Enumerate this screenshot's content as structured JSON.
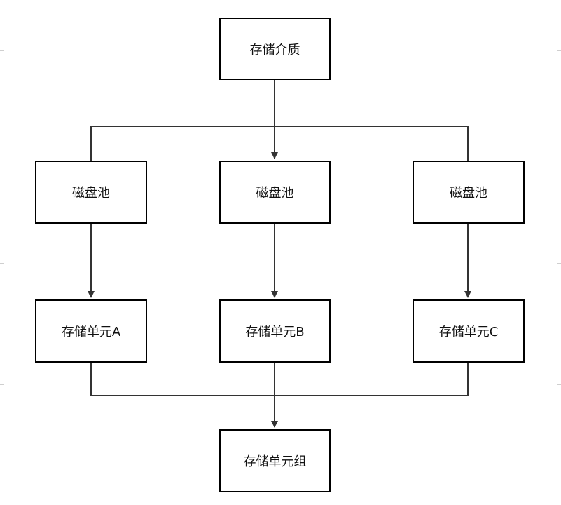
{
  "diagram": {
    "line_color": "#333333",
    "box_border_color": "#000000",
    "nodes": {
      "media": "存储介质",
      "pool_left": "磁盘池",
      "pool_middle": "磁盘池",
      "pool_right": "磁盘池",
      "unit_a": "存储单元A",
      "unit_b": "存储单元B",
      "unit_c": "存储单元C",
      "unit_group": "存储单元组"
    }
  }
}
